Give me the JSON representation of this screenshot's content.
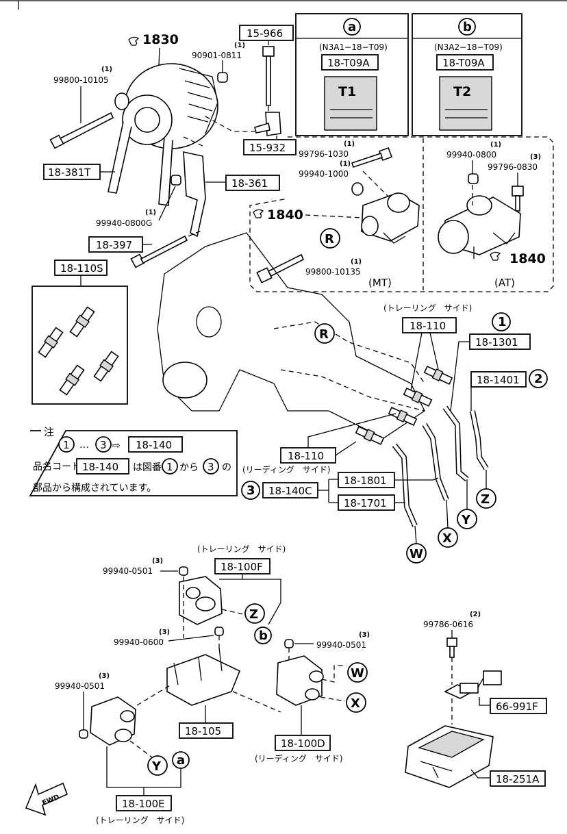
{
  "header": {
    "ref_1830": "1830",
    "ref_1840_mt": "1840",
    "ref_1840_at": "1840",
    "ref_r1": "R",
    "ref_r2": "R"
  },
  "panels": {
    "a": {
      "circle": "a",
      "code": "(N3A1−18−T09)",
      "part": "18-T09A",
      "decal": "T1"
    },
    "b": {
      "circle": "b",
      "code": "(N3A2−18−T09)",
      "part": "18-T09A",
      "decal": "T2"
    },
    "mt_label": "(MT)",
    "at_label": "(AT)"
  },
  "parts": {
    "p15966": "15-966",
    "p15932": "15-932",
    "p18381T": "18-381T",
    "p18361": "18-361",
    "p18397": "18-397",
    "p18110S": "18-110S",
    "p18110_trailing": "18-110",
    "p18110_leading": "18-110",
    "p181301": "18-1301",
    "p181401": "18-1401",
    "p181801": "18-1801",
    "p181701": "18-1701",
    "p18140C": "18-140C",
    "p18100F": "18-100F",
    "p18105": "18-105",
    "p18100D": "18-100D",
    "p18100E": "18-100E",
    "p66991F": "66-991F",
    "p18251A": "18-251A"
  },
  "bolts": {
    "b90901": {
      "qty": "(1)",
      "num": "90901-0811"
    },
    "b99800a": {
      "qty": "(1)",
      "num": "99800-10105"
    },
    "b99940g": {
      "qty": "(1)",
      "num": "99940-0800G"
    },
    "b99796_1030": {
      "qty": "(1)",
      "num": "99796-1030"
    },
    "b99940_1000": {
      "qty": "(1)",
      "num": "99940-1000"
    },
    "b99800_10135": {
      "qty": "(1)",
      "num": "99800-10135"
    },
    "b99940_0800": {
      "qty": "(1)",
      "num": "99940-0800"
    },
    "b99796_0830": {
      "qty": "(3)",
      "num": "99796-0830"
    },
    "b99940_0501a": {
      "qty": "(3)",
      "num": "99940-0501"
    },
    "b99940_0600": {
      "qty": "(3)",
      "num": "99940-0600"
    },
    "b99940_0501b": {
      "qty": "(3)",
      "num": "99940-0501"
    },
    "b99940_0501c": {
      "qty": "(3)",
      "num": "99940-0501"
    },
    "b99786_0616": {
      "qty": "(2)",
      "num": "99786-0616"
    }
  },
  "side_labels": {
    "trailing_top": "(トレーリング　サイド)",
    "leading_mid": "(リーディング　サイド)",
    "trailing_coil": "(トレーリング　サイド)",
    "leading_coil": "(リーディング　サイド)",
    "trailing_bottom": "(トレーリング　サイド)"
  },
  "circles": {
    "c1": "1",
    "c2": "2",
    "c3": "3",
    "W": "W",
    "X": "X",
    "Y": "Y",
    "Z": "Z",
    "b": "b",
    "a": "a"
  },
  "note": {
    "title": "注",
    "line1_from": "1",
    "line1_dots": "…",
    "line1_to": "3",
    "line1_arrow": "⇨",
    "line1_part": "18-140",
    "line2_prefix": "品名コード",
    "line2_part": "18-140",
    "line2_mid": "は図番",
    "line2_from": "1",
    "line2_kara": "から",
    "line2_to": "3",
    "line2_no": "の",
    "line3": "部品から構成されています。"
  },
  "fwd": "FWD"
}
